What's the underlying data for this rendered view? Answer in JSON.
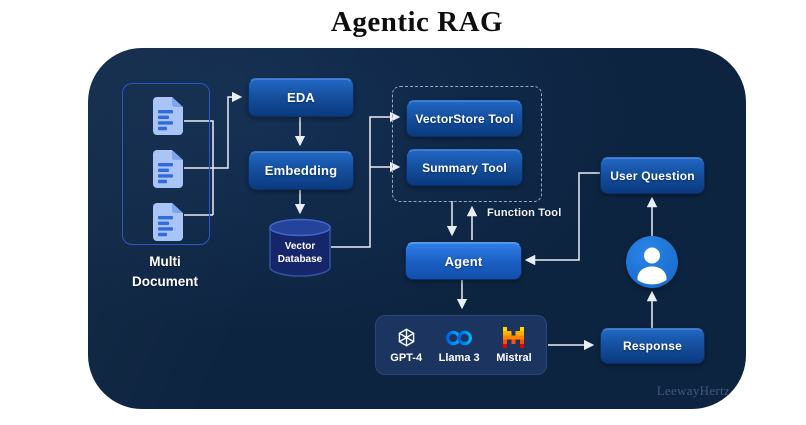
{
  "title": "Agentic RAG",
  "watermark": "LeewayHertz",
  "diagram": {
    "multi_document": {
      "label_line1": "Multi",
      "label_line2": "Document",
      "icon": "document-icon"
    },
    "eda": {
      "label": "EDA"
    },
    "embedding": {
      "label": "Embedding"
    },
    "vector_database": {
      "label_line1": "Vector",
      "label_line2": "Database",
      "shape": "cylinder"
    },
    "tools_group": {
      "vectorstore_tool": {
        "label": "VectorStore Tool"
      },
      "summary_tool": {
        "label": "Summary Tool"
      }
    },
    "function_tool_caption": "Function Tool",
    "agent": {
      "label": "Agent"
    },
    "user_question": {
      "label": "User Question"
    },
    "response": {
      "label": "Response"
    },
    "user": {
      "icon": "person-icon"
    },
    "llm_box": {
      "items": [
        {
          "name": "GPT-4",
          "icon": "openai-icon"
        },
        {
          "name": "Llama 3",
          "icon": "meta-icon"
        },
        {
          "name": "Mistral",
          "icon": "mistral-icon"
        }
      ]
    }
  },
  "colors": {
    "board_bg": "#0d2440",
    "node_gradient_top": "#2068c6",
    "node_gradient_bottom": "#0a3a80",
    "agent_accent": "#2f7fe8",
    "arrow": "#e9eef4",
    "doc_icon_blue": "#a9c4f5",
    "doc_line_blue": "#2f6bd9",
    "person_blue": "#1b76dc",
    "meta_blue": "#0082fb",
    "mistral_orange": "#ff8205",
    "dashed_border": "#94aac8"
  }
}
